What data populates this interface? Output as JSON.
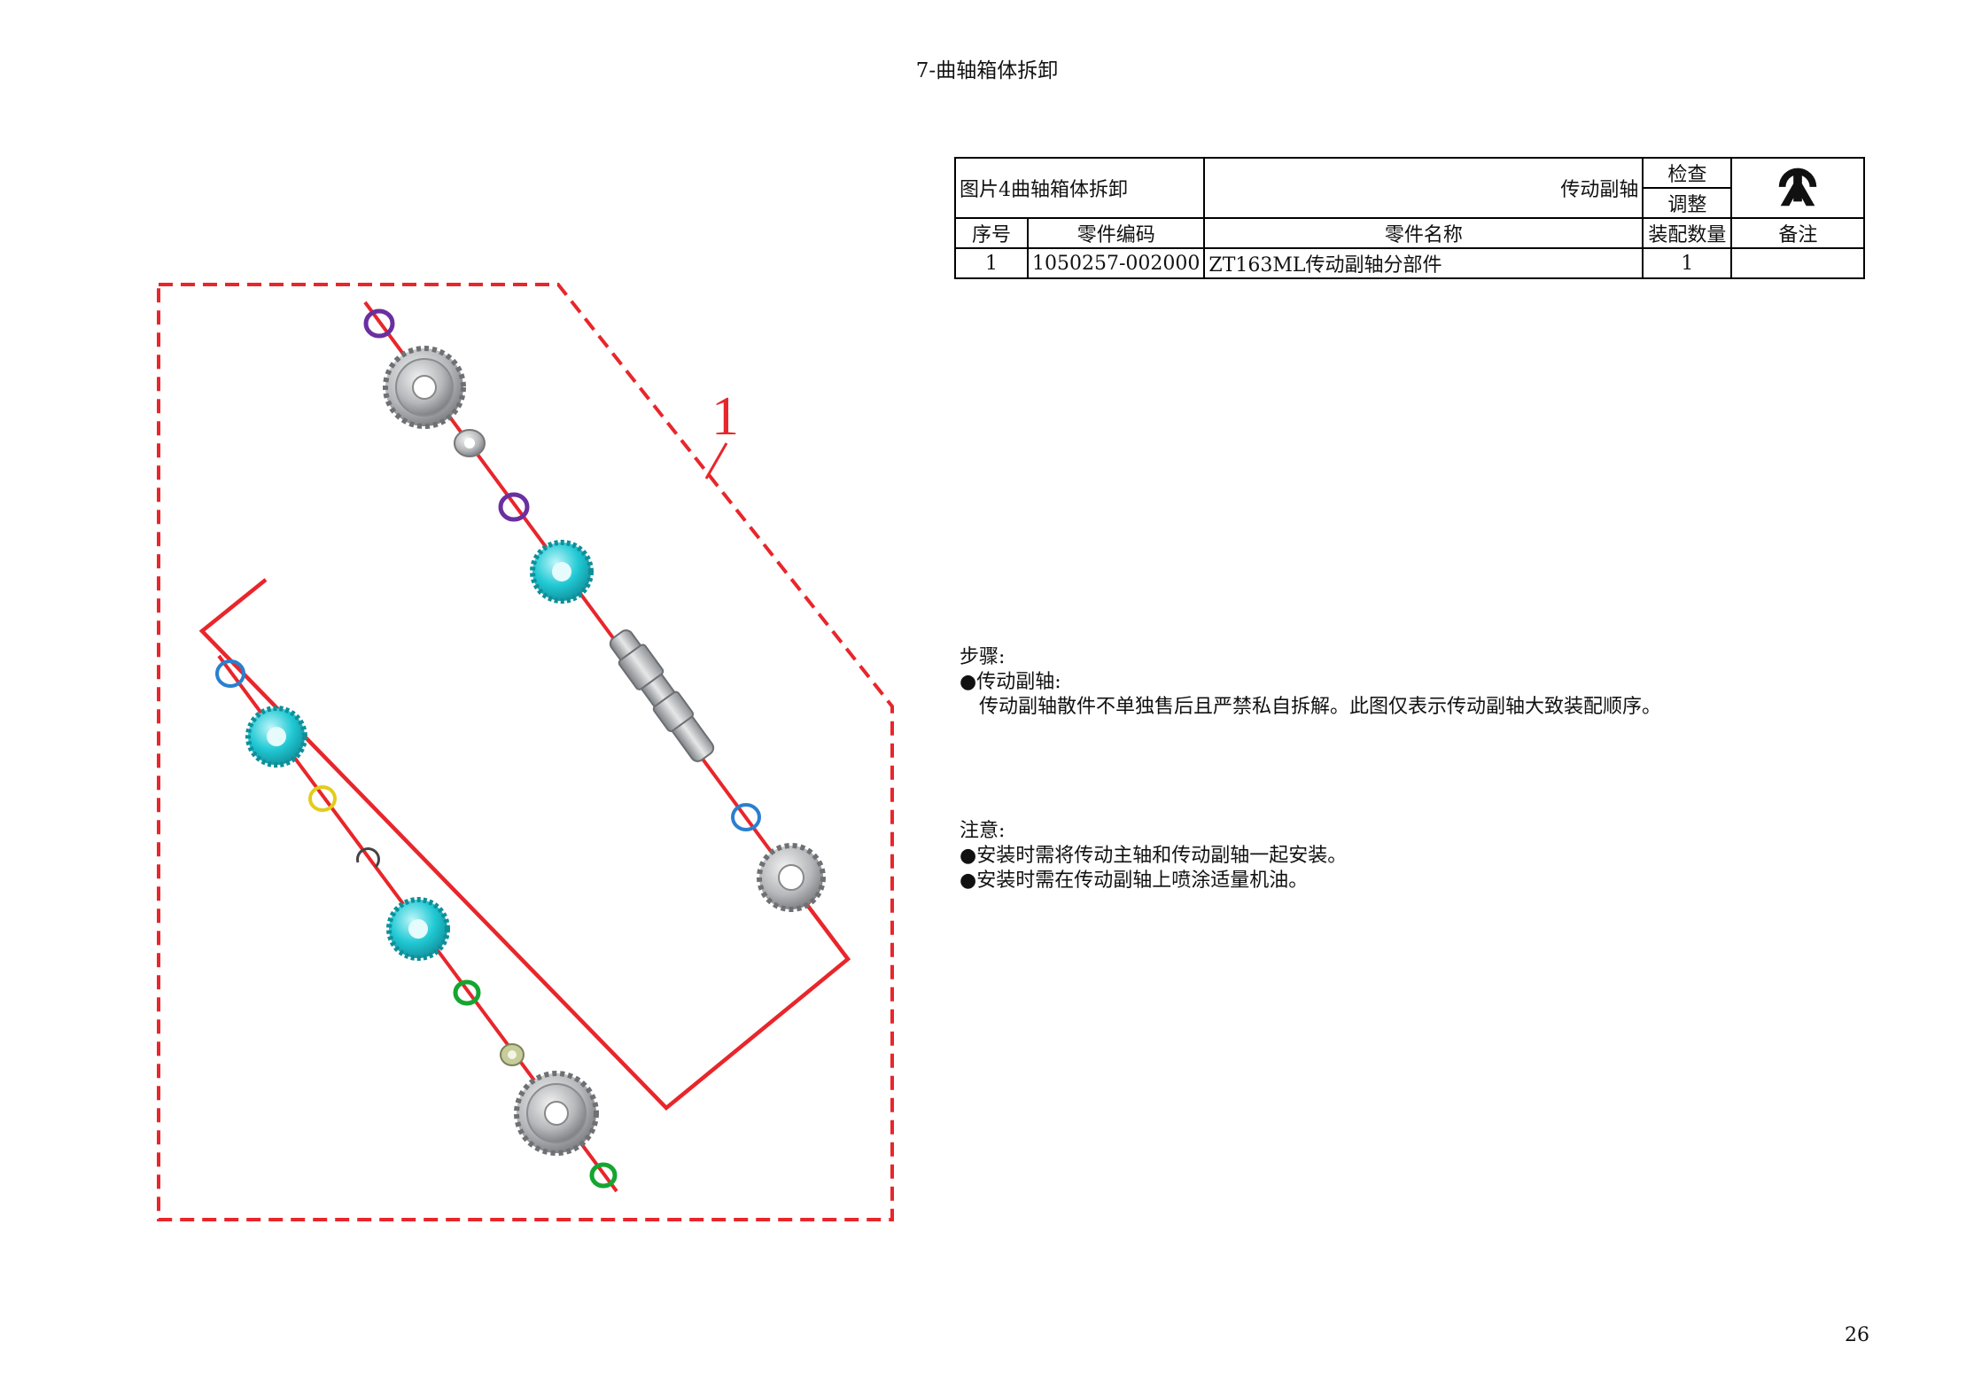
{
  "header": {
    "title": "7-曲轴箱体拆卸"
  },
  "table": {
    "figure_label": "图片4曲轴箱体拆卸",
    "assembly_name": "传动副轴",
    "check_label": "检查",
    "adjust_label": "调整",
    "columns": [
      "序号",
      "零件编码",
      "零件名称",
      "装配数量",
      "备注"
    ],
    "rows": [
      {
        "no": "1",
        "code": "1050257-002000",
        "name": "ZT163ML传动副轴分部件",
        "qty": "1",
        "remark": ""
      }
    ]
  },
  "steps": {
    "heading": "步骤:",
    "item_title": "●传动副轴:",
    "item_text": "传动副轴散件不单独售后且严禁私自拆解。此图仅表示传动副轴大致装配顺序。"
  },
  "notes": {
    "heading": "注意:",
    "items": [
      "●安装时需将传动主轴和传动副轴一起安装。",
      "●安装时需在传动副轴上喷涂适量机油。"
    ]
  },
  "diagram": {
    "callout_label": "1"
  },
  "footer": {
    "page_number": "26"
  },
  "colors": {
    "red": "#e8262b",
    "cyan": "#21c9d4",
    "purple": "#6a2fa0",
    "blue": "#2a7fd0",
    "yellow": "#e3cc1b",
    "green": "#15a531",
    "gray": "#a9abae"
  }
}
